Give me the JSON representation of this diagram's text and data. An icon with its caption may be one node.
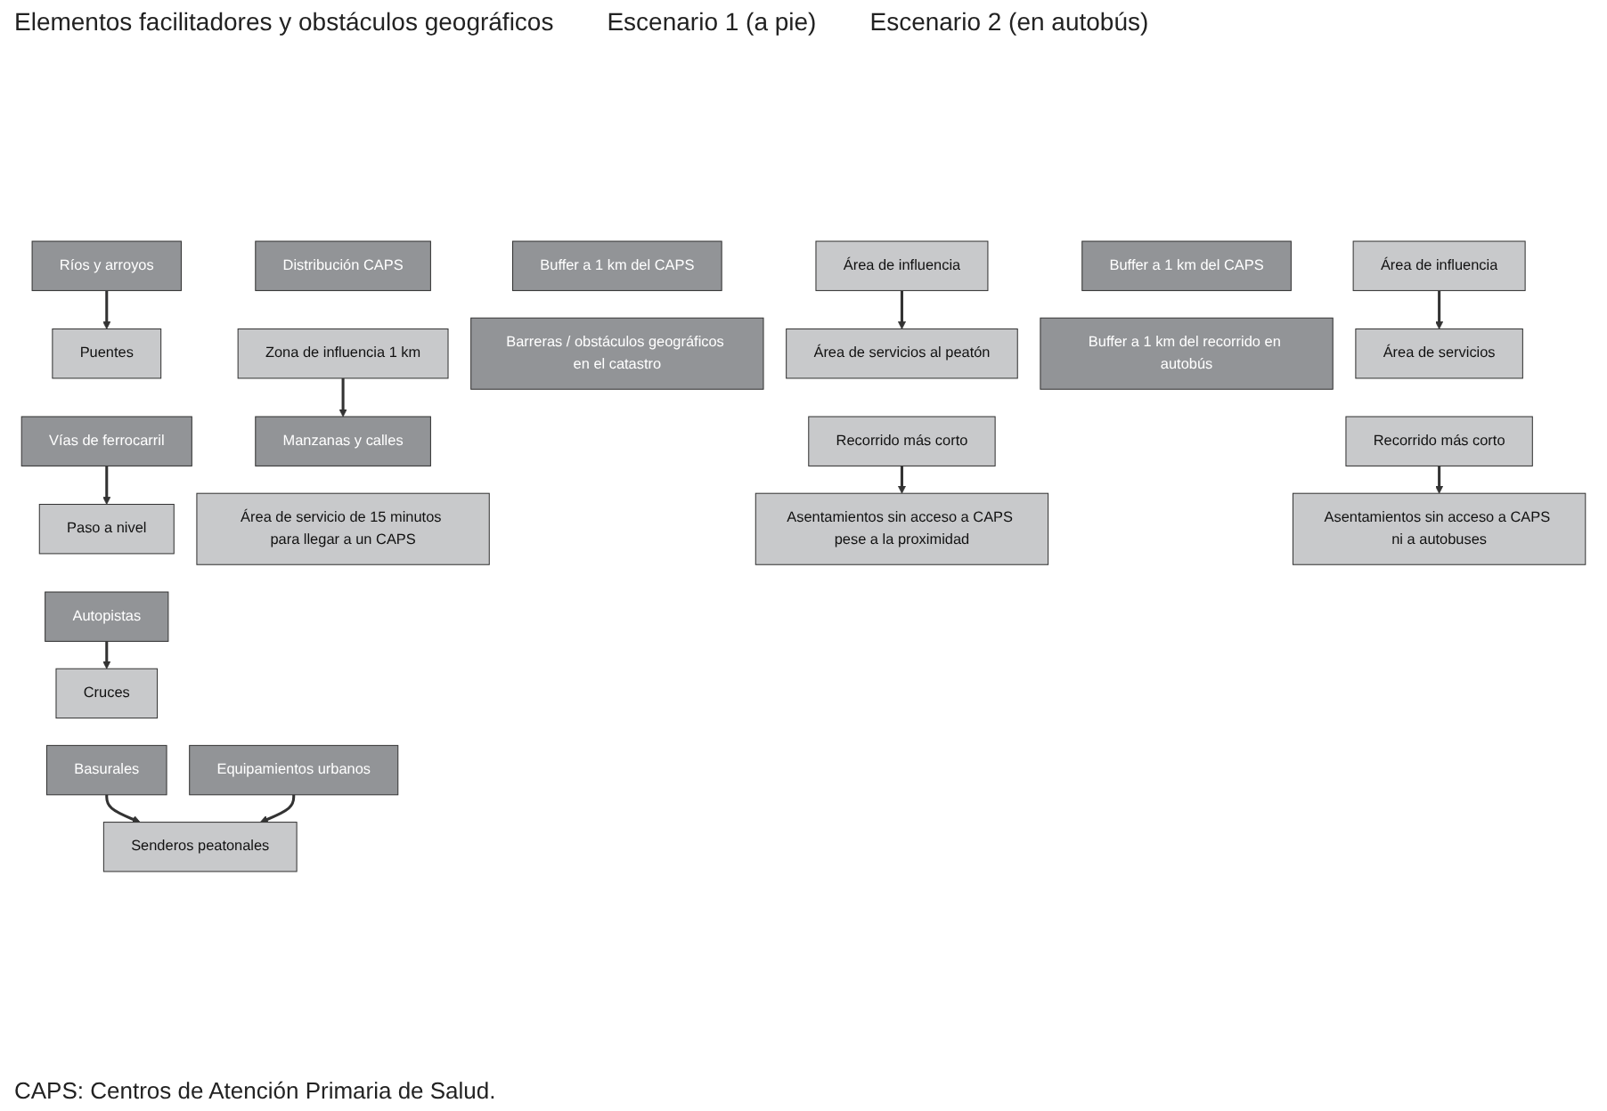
{
  "diagram": {
    "caption": "CAPS: Centros de Atención Primaria de Salud.",
    "nodes": [
      {
        "text": [
          "Distribución CAPS"
        ]
      },
      {
        "text": [
          "Zona de influencia 1 km"
        ]
      },
      {
        "text": [
          "Manzanas y calles"
        ]
      },
      {
        "text": [
          "Puentes"
        ]
      },
      {
        "text": [
          "Paso a nivel"
        ]
      },
      {
        "text": [
          "Cruces"
        ]
      },
      {
        "text": [
          "Senderos peatonales"
        ]
      },
      {
        "text": [
          "Ríos y arroyos"
        ]
      },
      {
        "text": [
          "Vías de ferrocarril"
        ]
      },
      {
        "text": [
          "Autopistas"
        ]
      },
      {
        "text": [
          "Basurales"
        ]
      },
      {
        "text": [
          "Equipamientos urbanos"
        ]
      },
      {
        "text": [
          "Área de servicio de 15 minutos para llegar a un CAPS"
        ]
      },
      {
        "text": [
          "Buffer a 1 km del CAPS"
        ]
      },
      {
        "text": [
          "Área de influencia"
        ]
      },
      {
        "text": [
          "Barreras / obstáculos geográficos en el catastro"
        ]
      },
      {
        "text": [
          "Área de servicios al peatón"
        ]
      },
      {
        "text": [
          "Recorrido más corto"
        ]
      },
      {
        "text": [
          "Asentamientos sin acceso a CAPS pese a la proximidad"
        ]
      },
      {
        "text": [
          "Buffer a 1 km del CAPS"
        ]
      },
      {
        "text": [
          "Área de influencia"
        ]
      },
      {
        "text": [
          "Buffer a 1 km del recorrido en autobús"
        ]
      },
      {
        "text": [
          "Área de servicios"
        ]
      },
      {
        "text": [
          "Recorrido más corto"
        ]
      },
      {
        "text": [
          "Asentamientos sin acceso a CAPS ni a autobuses"
        ]
      }
    ],
    "edges": [
      {
        "from": 1,
        "to": 2,
        "arrow": "to"
      },
      {
        "from": 7,
        "to": 3,
        "arrow": "to"
      },
      {
        "from": 8,
        "to": 4,
        "arrow": "to"
      },
      {
        "from": 9,
        "to": 5,
        "arrow": "to"
      },
      {
        "from": 10,
        "to": 6,
        "arrow": "to"
      },
      {
        "from": 11,
        "to": 6,
        "arrow": "to"
      },
      {
        "from": 14,
        "to": 16,
        "arrow": "to"
      },
      {
        "from": 17,
        "to": 18,
        "arrow": "to"
      },
      {
        "from": 20,
        "to": 22,
        "arrow": "to"
      },
      {
        "from": 23,
        "to": 24,
        "arrow": "to"
      }
    ],
    "labels": [
      "Elementos facilitadores y obstáculos geográficos",
      "Escenario 1 (a pie)",
      "Escenario 2 (en autobús)"
    ]
  }
}
